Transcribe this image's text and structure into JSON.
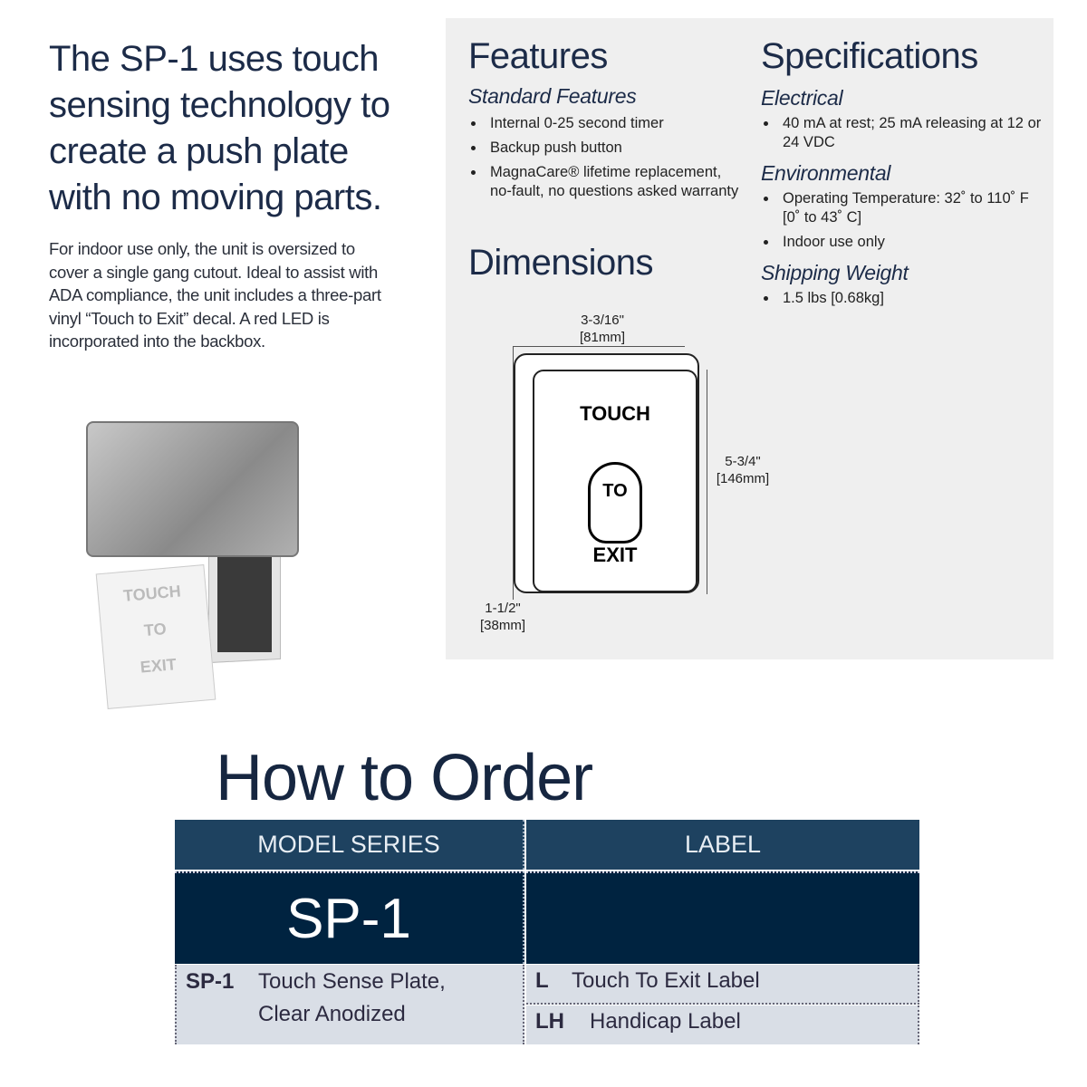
{
  "headline": "The SP-1 uses touch sensing technology to create a push plate with no moving parts.",
  "intro": "For indoor use only, the unit is oversized to cover a single gang cutout. Ideal to assist with ADA compliance, the unit includes a three-part vinyl “Touch to Exit” decal. A red LED is incorporated into the backbox.",
  "photo": {
    "decal_lines": [
      "TOUCH",
      "TO",
      "EXIT"
    ]
  },
  "features": {
    "title": "Features",
    "subtitle": "Standard Features",
    "items": [
      "Internal 0-25 second timer",
      "Backup push button",
      "MagnaCare® lifetime replacement, no-fault, no questions asked warranty"
    ]
  },
  "dimensions": {
    "title": "Dimensions",
    "width": "3-3/16\"",
    "width_mm": "[81mm]",
    "height": "5-3/4\"",
    "height_mm": "[146mm]",
    "depth": "1-1/2\"",
    "depth_mm": "[38mm]",
    "plate_text": [
      "TOUCH",
      "TO",
      "EXIT"
    ]
  },
  "specifications": {
    "title": "Specifications",
    "sections": [
      {
        "title": "Electrical",
        "items": [
          "40 mA at rest; 25 mA releasing at 12 or 24 VDC"
        ]
      },
      {
        "title": "Environmental",
        "items": [
          "Operating Temperature: 32˚ to 110˚ F [0˚ to 43˚ C]",
          "Indoor use only"
        ]
      },
      {
        "title": "Shipping Weight",
        "items": [
          "1.5 lbs [0.68kg]"
        ]
      }
    ]
  },
  "order": {
    "title": "How to Order",
    "col1": "MODEL SERIES",
    "col2": "LABEL",
    "model": "SP-1",
    "model_code": "SP-1",
    "model_desc": "Touch Sense Plate, Clear Anodized",
    "labels": [
      {
        "code": "L",
        "desc": "Touch To Exit Label"
      },
      {
        "code": "LH",
        "desc": "Handicap Label"
      }
    ]
  },
  "colors": {
    "header": "#1e4260",
    "dark": "#002340",
    "row": "#d9dee6",
    "panel": "#efefef"
  }
}
